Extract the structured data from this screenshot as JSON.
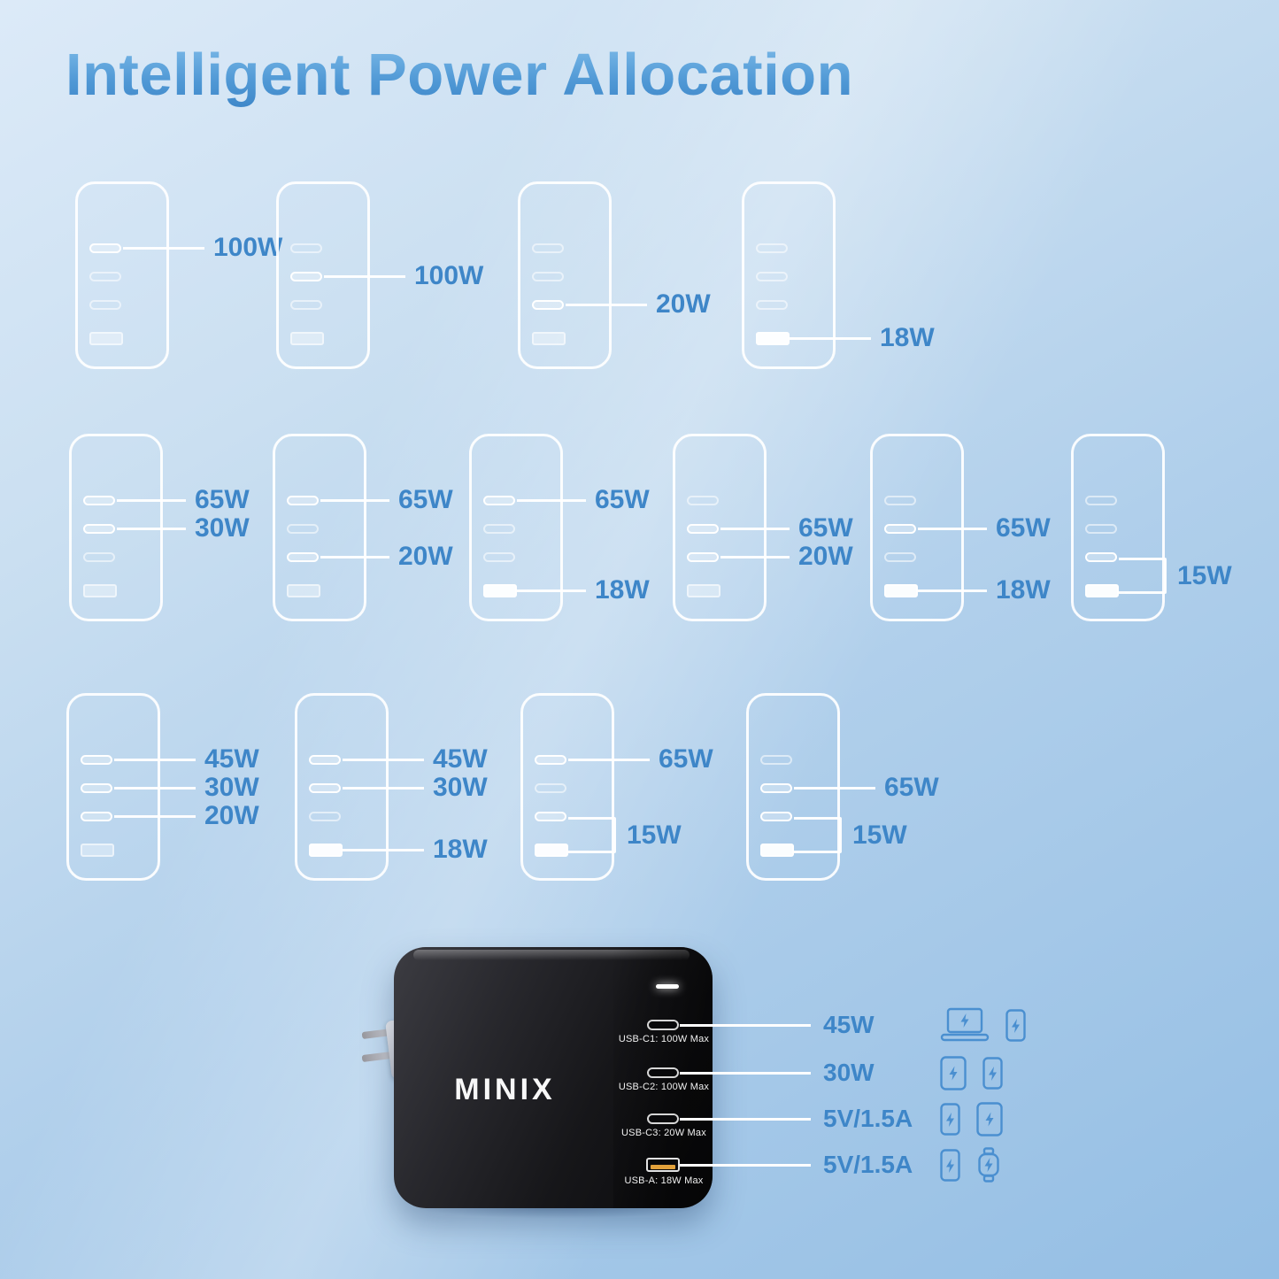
{
  "title": "Intelligent Power Allocation",
  "colors": {
    "accent_blue": "#3e86c8",
    "icon_blue": "#4a8fd0",
    "outline_white": "#ffffff",
    "background_top": "#dceaf8",
    "background_bottom": "#94bee4"
  },
  "allocation_rows": [
    {
      "chargers": [
        {
          "ports": [
            {
              "type": "usb-c",
              "active": true,
              "label": "100W"
            },
            {
              "type": "usb-c",
              "active": false
            },
            {
              "type": "usb-c",
              "active": false
            },
            {
              "type": "usb-a",
              "active": false
            }
          ]
        },
        {
          "ports": [
            {
              "type": "usb-c",
              "active": false
            },
            {
              "type": "usb-c",
              "active": true,
              "label": "100W"
            },
            {
              "type": "usb-c",
              "active": false
            },
            {
              "type": "usb-a",
              "active": false
            }
          ]
        },
        {
          "ports": [
            {
              "type": "usb-c",
              "active": false
            },
            {
              "type": "usb-c",
              "active": false
            },
            {
              "type": "usb-c",
              "active": true,
              "label": "20W"
            },
            {
              "type": "usb-a",
              "active": false
            }
          ]
        },
        {
          "ports": [
            {
              "type": "usb-c",
              "active": false
            },
            {
              "type": "usb-c",
              "active": false
            },
            {
              "type": "usb-c",
              "active": false
            },
            {
              "type": "usb-a",
              "active": true,
              "label": "18W"
            }
          ]
        }
      ]
    },
    {
      "chargers": [
        {
          "ports": [
            {
              "type": "usb-c",
              "active": true,
              "label": "65W"
            },
            {
              "type": "usb-c",
              "active": true,
              "label": "30W"
            },
            {
              "type": "usb-c",
              "active": false
            },
            {
              "type": "usb-a",
              "active": false
            }
          ]
        },
        {
          "ports": [
            {
              "type": "usb-c",
              "active": true,
              "label": "65W"
            },
            {
              "type": "usb-c",
              "active": false
            },
            {
              "type": "usb-c",
              "active": true,
              "label": "20W"
            },
            {
              "type": "usb-a",
              "active": false
            }
          ]
        },
        {
          "ports": [
            {
              "type": "usb-c",
              "active": true,
              "label": "65W"
            },
            {
              "type": "usb-c",
              "active": false
            },
            {
              "type": "usb-c",
              "active": false
            },
            {
              "type": "usb-a",
              "active": true,
              "label": "18W"
            }
          ]
        },
        {
          "ports": [
            {
              "type": "usb-c",
              "active": false
            },
            {
              "type": "usb-c",
              "active": true,
              "label": "65W"
            },
            {
              "type": "usb-c",
              "active": true,
              "label": "20W"
            },
            {
              "type": "usb-a",
              "active": false
            }
          ]
        },
        {
          "ports": [
            {
              "type": "usb-c",
              "active": false
            },
            {
              "type": "usb-c",
              "active": true,
              "label": "65W"
            },
            {
              "type": "usb-c",
              "active": false
            },
            {
              "type": "usb-a",
              "active": true,
              "label": "18W"
            }
          ]
        },
        {
          "ports": [
            {
              "type": "usb-c",
              "active": false
            },
            {
              "type": "usb-c",
              "active": false
            },
            {
              "type": "usb-c",
              "active": true
            },
            {
              "type": "usb-a",
              "active": true
            }
          ],
          "bracket": {
            "label": "15W"
          }
        }
      ]
    },
    {
      "chargers": [
        {
          "ports": [
            {
              "type": "usb-c",
              "active": true,
              "label": "45W"
            },
            {
              "type": "usb-c",
              "active": true,
              "label": "30W"
            },
            {
              "type": "usb-c",
              "active": true,
              "label": "20W"
            },
            {
              "type": "usb-a",
              "active": false
            }
          ]
        },
        {
          "ports": [
            {
              "type": "usb-c",
              "active": true,
              "label": "45W"
            },
            {
              "type": "usb-c",
              "active": true,
              "label": "30W"
            },
            {
              "type": "usb-c",
              "active": false
            },
            {
              "type": "usb-a",
              "active": true,
              "label": "18W"
            }
          ]
        },
        {
          "ports": [
            {
              "type": "usb-c",
              "active": true,
              "label": "65W"
            },
            {
              "type": "usb-c",
              "active": false
            },
            {
              "type": "usb-c",
              "active": true
            },
            {
              "type": "usb-a",
              "active": true
            }
          ],
          "bracket": {
            "label": "15W"
          }
        },
        {
          "ports": [
            {
              "type": "usb-c",
              "active": false
            },
            {
              "type": "usb-c",
              "active": true,
              "label": "65W"
            },
            {
              "type": "usb-c",
              "active": true
            },
            {
              "type": "usb-a",
              "active": true
            }
          ],
          "bracket": {
            "label": "15W"
          }
        }
      ]
    }
  ],
  "product": {
    "brand": "MINIX",
    "ports": [
      {
        "type": "usb-c",
        "label": "USB-C1: 100W Max"
      },
      {
        "type": "usb-c",
        "label": "USB-C2: 100W Max"
      },
      {
        "type": "usb-c",
        "label": "USB-C3: 20W Max"
      },
      {
        "type": "usb-a",
        "label": "USB-A: 18W Max"
      }
    ],
    "callouts": [
      {
        "label": "45W",
        "icons": [
          "laptop",
          "phone"
        ]
      },
      {
        "label": "30W",
        "icons": [
          "tablet",
          "phone"
        ]
      },
      {
        "label": "5V/1.5A",
        "icons": [
          "phone",
          "tablet"
        ]
      },
      {
        "label": "5V/1.5A",
        "icons": [
          "phone",
          "watch"
        ]
      }
    ]
  }
}
